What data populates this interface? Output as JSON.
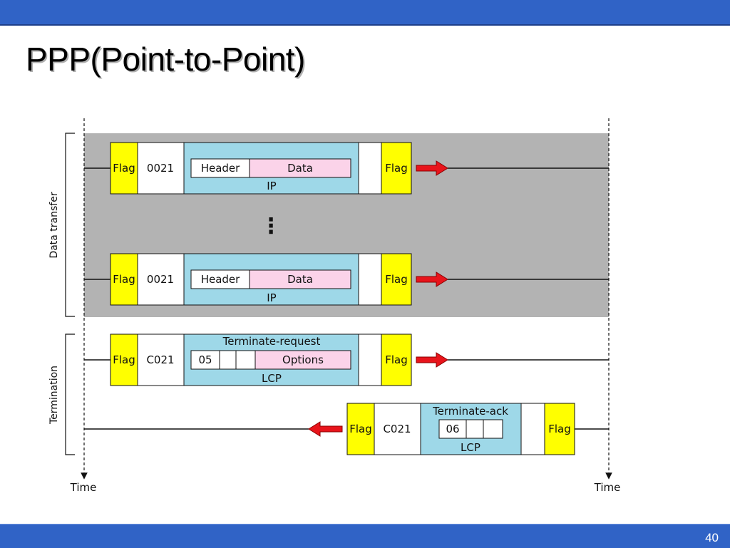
{
  "slide": {
    "title": "PPP(Point-to-Point)",
    "page_number": "40"
  },
  "diagram": {
    "time_label": "Time",
    "phases": {
      "data_transfer": "Data transfer",
      "termination": "Termination"
    },
    "ellipsis": "⋮",
    "frames": {
      "ip_frame": {
        "flag": "Flag",
        "protocol": "0021",
        "header": "Header",
        "data": "Data",
        "payload_label": "IP"
      },
      "terminate_request": {
        "flag": "Flag",
        "protocol": "C021",
        "message_label": "Terminate-request",
        "code": "05",
        "options": "Options",
        "payload_label": "LCP"
      },
      "terminate_ack": {
        "flag": "Flag",
        "protocol": "C021",
        "message_label": "Terminate-ack",
        "code": "06",
        "payload_label": "LCP"
      }
    },
    "colors": {
      "flag": "#ffff00",
      "payload": "#9ed8e8",
      "data_field": "#fbd3e9",
      "phase_shading": "#b3b3b3",
      "arrow": "#e8141b"
    }
  }
}
